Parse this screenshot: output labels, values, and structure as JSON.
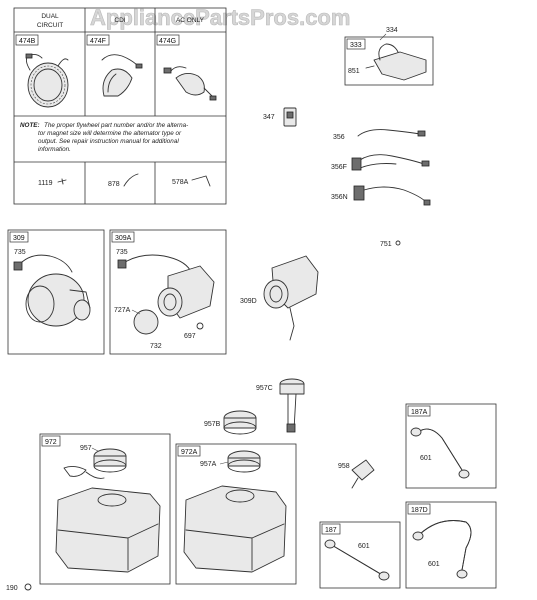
{
  "watermark": "AppliancePartsPros.com",
  "alternator_table": {
    "header_dual": "DUAL",
    "header_circuit": "CIRCUIT",
    "header_col2": "CDI",
    "header_col3": "AC ONLY",
    "note_label": "NOTE:",
    "note_lines": [
      "The proper flywheel part number and/or the alterna-",
      "tor magnet size will determine the alternator type or",
      "output. See repair instruction manual for additional",
      "information."
    ]
  },
  "box_tags": {
    "b474B": "474B",
    "b474F": "474F",
    "b474G": "474G",
    "b333": "333",
    "b309": "309",
    "b309A": "309A",
    "b972": "972",
    "b972A": "972A",
    "b187A": "187A",
    "b187": "187",
    "b187D": "187D"
  },
  "part_labels": {
    "p334": "334",
    "p851": "851",
    "p347": "347",
    "p356": "356",
    "p356F": "356F",
    "p356N": "356N",
    "p751": "751",
    "p1119": "1119",
    "p878": "878",
    "p578A": "578A",
    "p735a": "735",
    "p735b": "735",
    "p727A": "727A",
    "p732": "732",
    "p697": "697",
    "p309D": "309D",
    "p957C": "957C",
    "p957B": "957B",
    "p957": "957",
    "p957A": "957A",
    "p958": "958",
    "p601a": "601",
    "p601b": "601",
    "p601c": "601",
    "p190": "190"
  }
}
